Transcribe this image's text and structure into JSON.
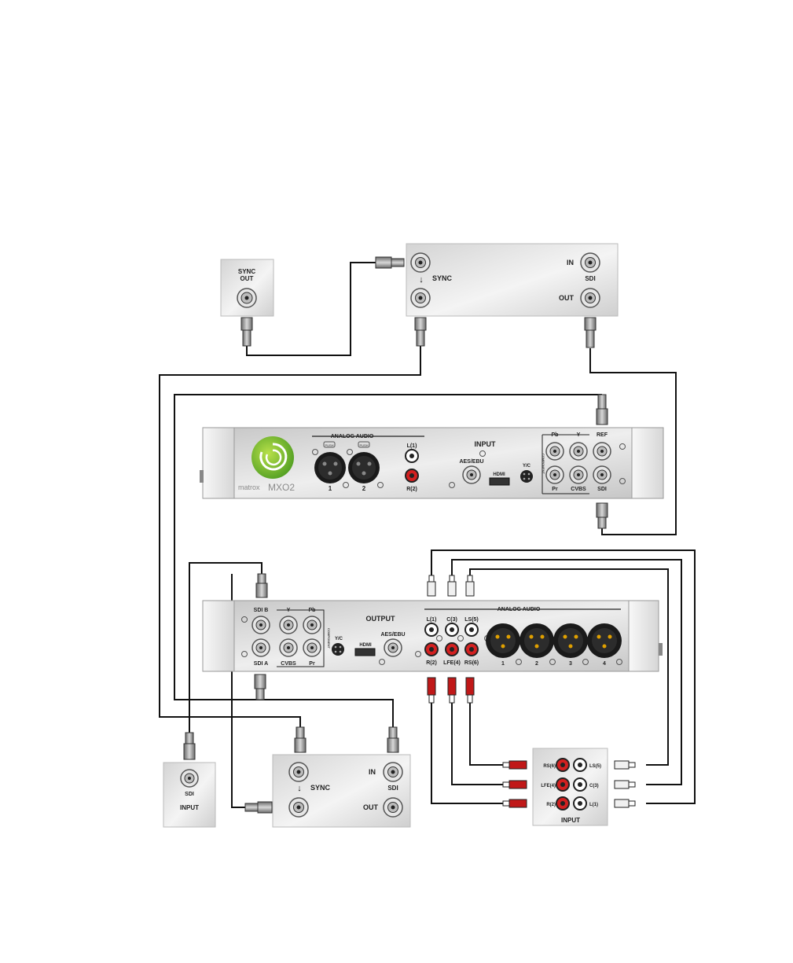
{
  "sync_generator": {
    "label_line1": "SYNC",
    "label_line2": "OUT"
  },
  "deck_top": {
    "sync": "SYNC",
    "in": "IN",
    "sdi": "SDI",
    "out": "OUT"
  },
  "input_unit": {
    "analog_audio": "ANALOG AUDIO",
    "push": "PUSH",
    "xlr1": "1",
    "xlr2": "2",
    "l1": "L(1)",
    "r2": "R(2)",
    "aes_ebu": "AES/EBU",
    "hdmi": "HDMI",
    "yc": "Y/C",
    "input": "INPUT",
    "pb": "Pb",
    "y": "Y",
    "ref": "REF",
    "pr": "Pr",
    "cvbs": "CVBS",
    "sdi": "SDI",
    "component": "COMPONENT",
    "brand": "matrox",
    "model": "MXO2"
  },
  "output_unit": {
    "sdib": "SDI B",
    "sdia": "SDI A",
    "y": "Y",
    "pb": "Pb",
    "pr": "Pr",
    "cvbs": "CVBS",
    "component": "COMPONENT",
    "yc": "Y/C",
    "hdmi": "HDMI",
    "output": "OUTPUT",
    "aes_ebu": "AES/EBU",
    "analog_audio": "ANALOG AUDIO",
    "l1": "L(1)",
    "c3": "C(3)",
    "ls5": "LS(5)",
    "r2": "R(2)",
    "lfe4": "LFE(4)",
    "rs6": "RS(6)",
    "xlr": [
      "1",
      "2",
      "3",
      "4"
    ]
  },
  "monitor": {
    "sdi": "SDI",
    "input": "INPUT"
  },
  "deck_bottom": {
    "sync": "SYNC",
    "in": "IN",
    "sdi": "SDI",
    "out": "OUT"
  },
  "audio_input": {
    "rs6": "RS(6)",
    "lfe4": "LFE(4)",
    "r2": "R(2)",
    "ls5": "LS(5)",
    "c3": "C(3)",
    "l1": "L(1)",
    "input": "INPUT"
  }
}
